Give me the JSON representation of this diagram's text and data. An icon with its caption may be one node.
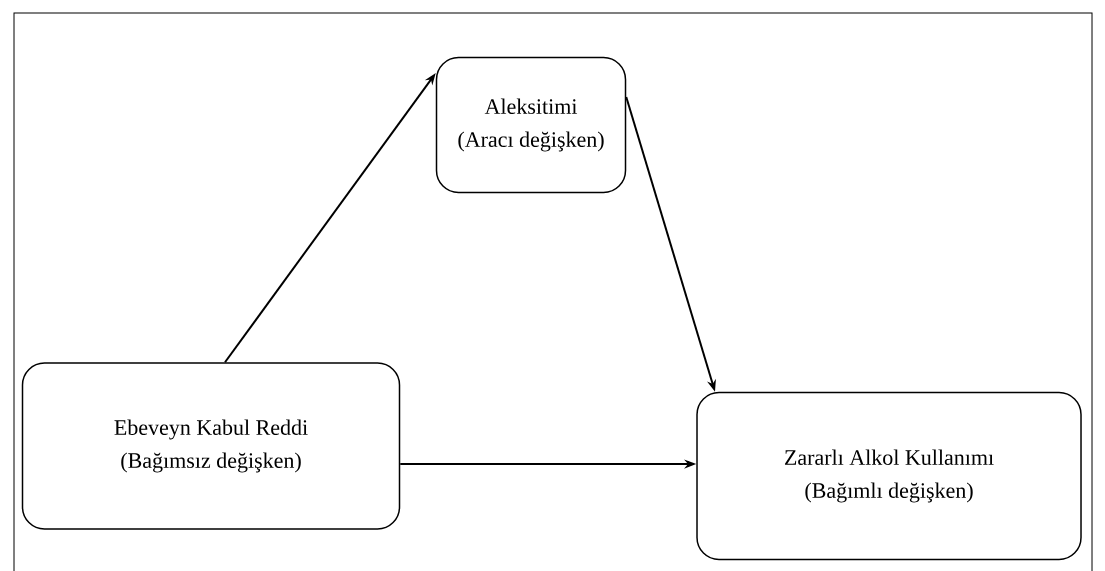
{
  "diagram": {
    "nodes": [
      {
        "text": [
          "Aleksitimi",
          "(Aracı değişken)"
        ]
      },
      {
        "text": [
          "Ebeveyn Kabul Reddi",
          "(Bağımsız değişken)"
        ]
      },
      {
        "text": [
          "Zararlı Alkol Kullanımı",
          "(Bağımlı değişken)"
        ]
      }
    ],
    "edges": [
      {
        "from": 1,
        "to": 0,
        "arrow": "to"
      },
      {
        "from": 0,
        "to": 2,
        "arrow": "to"
      },
      {
        "from": 1,
        "to": 2,
        "arrow": "to"
      }
    ]
  }
}
